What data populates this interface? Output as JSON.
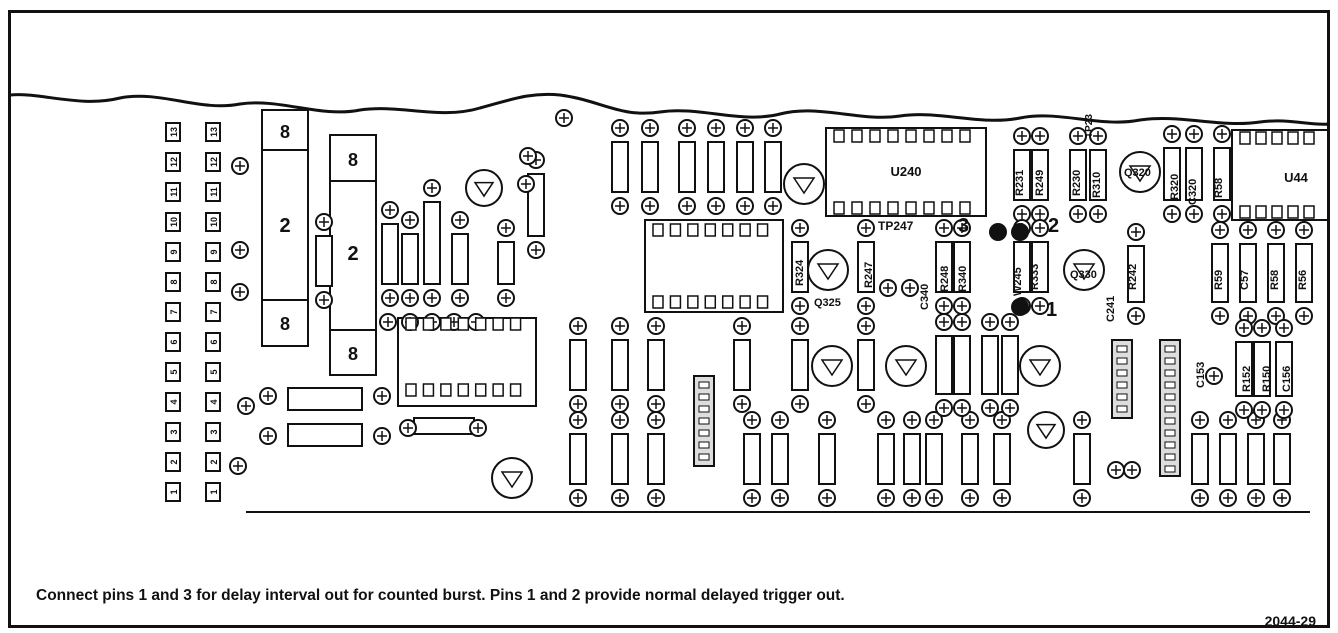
{
  "figure": {
    "caption": "Connect pins 1 and 3 for delay interval out for counted burst. Pins 1 and 2 provide normal delayed trigger out.",
    "figure_number": "2044-29"
  },
  "connector_pins": [
    "13",
    "12",
    "11",
    "10",
    "9",
    "8",
    "7",
    "6",
    "5",
    "4",
    "3",
    "2",
    "1"
  ],
  "jumper_pins": {
    "pin1": "1",
    "pin2": "2",
    "pin3": "3"
  },
  "components": {
    "u240": "U240",
    "u44": "U44",
    "tp247": "TP247",
    "tp23": "TP23",
    "r324": "R324",
    "q325": "Q325",
    "r247": "R247",
    "c340": "C340",
    "r248": "R248",
    "r340": "R340",
    "w245": "W245",
    "r333": "R333",
    "q330": "Q330",
    "c241": "C241",
    "r242": "R242",
    "r59": "R59",
    "c57": "C57",
    "r58": "R58",
    "r56": "R56",
    "r231": "R231",
    "r249": "R249",
    "r230": "R230",
    "r310": "R310",
    "q320": "Q320",
    "r320": "R320",
    "c320": "C320",
    "r58b": "R58",
    "c153": "C153",
    "r152": "R152",
    "r150": "R150",
    "c156": "C156"
  }
}
